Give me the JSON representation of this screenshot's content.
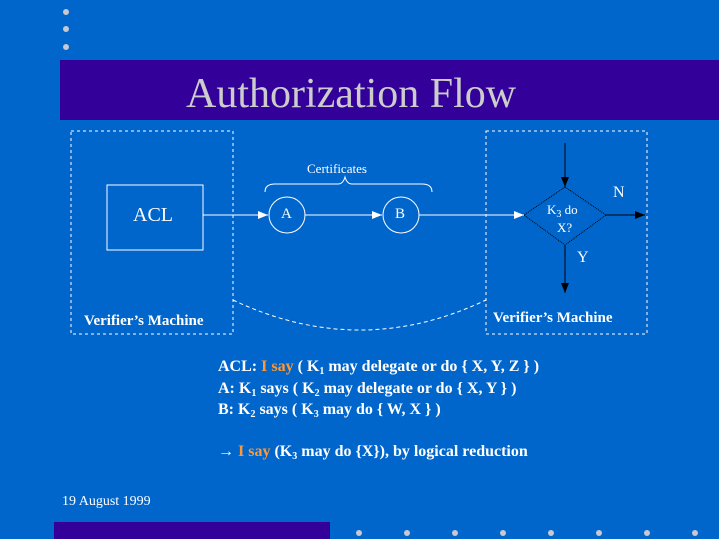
{
  "title": "Authorization Flow",
  "date": "19 August 1999",
  "colors": {
    "background": "#0066cc",
    "bar": "#330099",
    "highlight": "#ff9933"
  },
  "diagram": {
    "acl": "ACL",
    "certificates": "Certificates",
    "node_a": "A",
    "node_b": "B",
    "decision_line1": "K",
    "decision_sub": "3",
    "decision_line1_rest": " do",
    "decision_line2": "X?",
    "no": "N",
    "yes": "Y",
    "left_machine": "Verifier’s Machine",
    "right_machine": "Verifier’s Machine"
  },
  "statements": [
    {
      "p1": "ACL:  ",
      "hl": "I say",
      "p2": " ( K",
      "s1": "1",
      "p3": " may delegate or do { X, Y, Z } )"
    },
    {
      "p1": "A: K",
      "s1": "1",
      "p2": " says ( K",
      "s2": "2",
      "p3": " may delegate or do { X, Y } )"
    },
    {
      "p1": "B: K",
      "s1": "2",
      "p2": " says ( K",
      "s2": "3",
      "p3": " may do { W, X } )"
    },
    {
      "p1": "→ ",
      "hl": "I say",
      "p2": " (K",
      "s1": "3",
      "p3": " may do {X}), by logical reduction"
    }
  ]
}
